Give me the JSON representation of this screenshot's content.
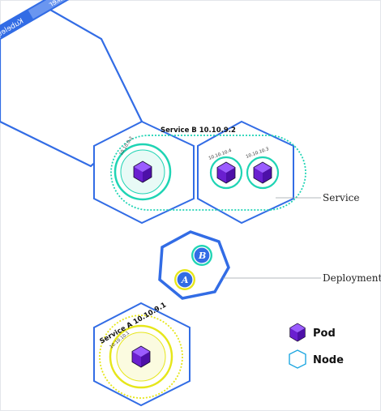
{
  "node_labels": [
    "Kubelet",
    "Docker"
  ],
  "service_b": {
    "title": "Service B 10.10.9.2",
    "pod_ips": [
      "10.10.9.2",
      "10.10.10.4",
      "10.10.10.3"
    ]
  },
  "service_a": {
    "title": "Service A 10.10.9.1",
    "pod_ip": "10.10.10.1"
  },
  "deployment": {
    "badge_b": "B",
    "badge_a": "A"
  },
  "callouts": {
    "service": "Service",
    "deployment": "Deployment"
  },
  "legend": {
    "pod": "Pod",
    "node": "Node"
  },
  "colors": {
    "node_blue": "#326ce5",
    "pod_purple": "#7b2fe0",
    "teal": "#1fd4b4",
    "yellow": "#e6e61a"
  }
}
